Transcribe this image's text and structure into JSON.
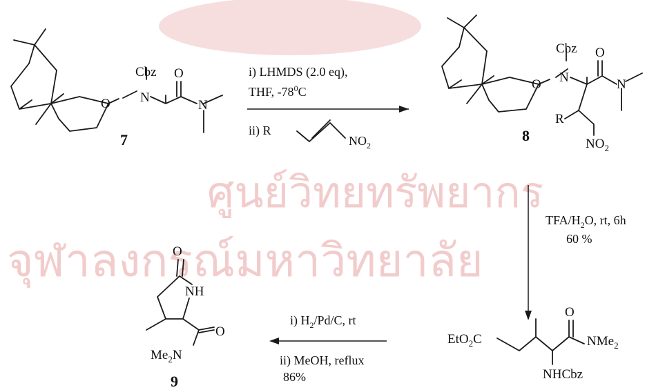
{
  "watermark": {
    "line1": "ศูนย์วิทยทรัพยากร",
    "line2": "จุฬาลงกรณ์มหาวิทยาลัย",
    "color": "#f2cccc"
  },
  "compound7": {
    "number": "7",
    "labels": {
      "cbz": "Cbz",
      "o_ring": "O",
      "n_amine": "N",
      "o_carbonyl": "O",
      "n_amide": "N"
    }
  },
  "compound8": {
    "number": "8",
    "labels": {
      "cbz": "Cbz",
      "o_ring": "O",
      "n_amine": "N",
      "o_carbonyl": "O",
      "n_amide": "N",
      "r": "R",
      "nitro": "NO",
      "nitro_sub": "2"
    }
  },
  "intermediate": {
    "labels": {
      "ester": "EtO",
      "ester_sub": "2",
      "ester_c": "C",
      "o_carbonyl": "O",
      "amide": "NMe",
      "amide_sub": "2",
      "nhcbz": "NHCbz"
    }
  },
  "compound9": {
    "number": "9",
    "labels": {
      "o_lactam": "O",
      "nh": "NH",
      "o_amide": "O",
      "me2n": "Me",
      "me2n_sub": "2",
      "me2n_n": "N"
    }
  },
  "step1": {
    "line1": "i) LHMDS (2.0 eq),",
    "line2_a": "THF, -78",
    "line2_sup": "0",
    "line2_b": "C",
    "line3_a": "ii)  R",
    "line3_b": "NO",
    "line3_sub": "2"
  },
  "step2": {
    "line1_a": "TFA/H",
    "line1_sub": "2",
    "line1_b": "O, rt, 6h",
    "line2": "60 %"
  },
  "step3": {
    "line1_a": "i) H",
    "line1_sub": "2",
    "line1_b": "/Pd/C, rt",
    "line2": "ii) MeOH, reflux",
    "line3": "86%"
  }
}
